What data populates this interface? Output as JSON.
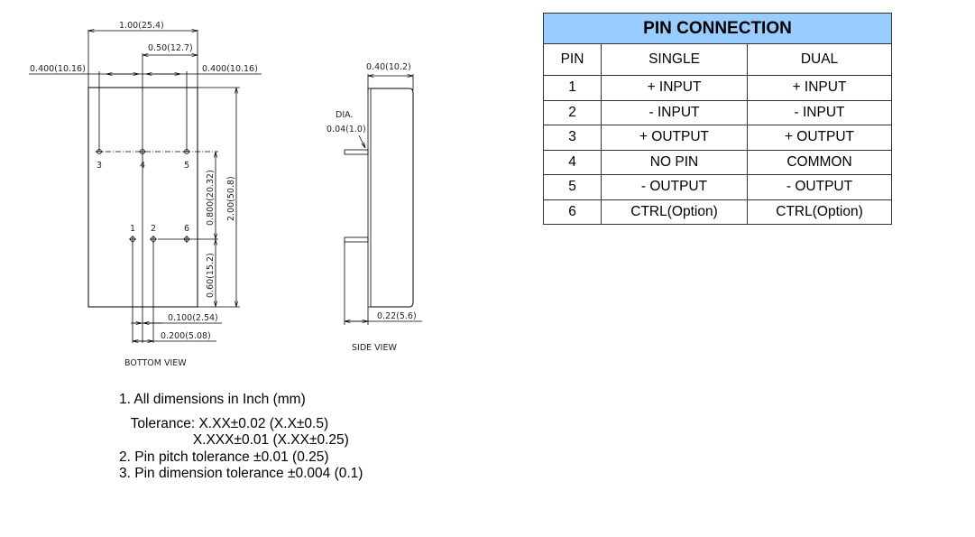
{
  "drawing": {
    "bottom_view": {
      "label": "BOTTOM VIEW",
      "dim_width": "1.00(25.4)",
      "dim_half": "0.50(12.7)",
      "dim_left": "0.400(10.16)",
      "dim_right": "0.400(10.16)",
      "dim_height": "2.00(50.8)",
      "dim_pin_row_gap": "0.800(20.32)",
      "dim_bottom_row": "0.60(15.2)",
      "dim_pitch_small": "0.100(2.54)",
      "dim_pitch_large": "0.200(5.08)",
      "pin_labels": [
        "3",
        "4",
        "5",
        "1",
        "2",
        "6"
      ]
    },
    "side_view": {
      "label": "SIDE VIEW",
      "dim_depth": "0.40(10.2)",
      "dia_label": "DIA.",
      "dia_value": "0.04(1.0)",
      "dim_pin_length": "0.22(5.6)"
    }
  },
  "pin_table": {
    "title": "PIN CONNECTION",
    "headers": [
      "PIN",
      "SINGLE",
      "DUAL"
    ],
    "rows": [
      [
        "1",
        "+ INPUT",
        "+ INPUT"
      ],
      [
        "2",
        "- INPUT",
        "- INPUT"
      ],
      [
        "3",
        "+ OUTPUT",
        "+ OUTPUT"
      ],
      [
        "4",
        "NO PIN",
        "COMMON"
      ],
      [
        "5",
        "- OUTPUT",
        "- OUTPUT"
      ],
      [
        "6",
        "CTRL(Option)",
        "CTRL(Option)"
      ]
    ],
    "title_bg": "#99ccff"
  },
  "notes": [
    "1. All dimensions in Inch (mm)",
    "   Tolerance: X.XX±0.02 (X.X±0.5)",
    "                   X.XXX±0.01 (X.XX±0.25)",
    "2. Pin pitch tolerance ±0.01 (0.25)",
    "3. Pin dimension tolerance ±0.004 (0.1)"
  ]
}
